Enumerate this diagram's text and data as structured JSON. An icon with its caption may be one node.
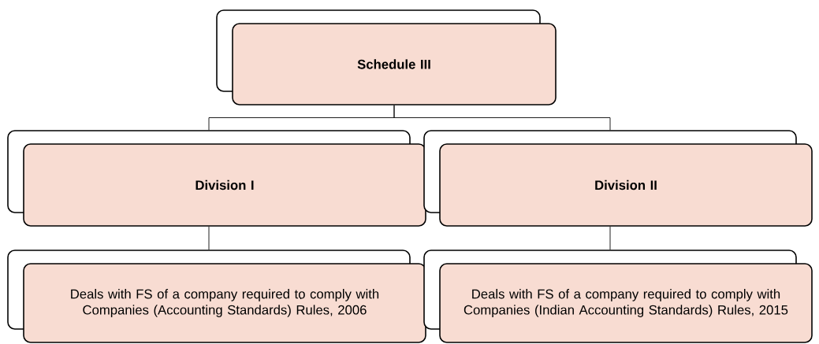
{
  "diagram": {
    "nodes": [
      {
        "text": [
          "Schedule III"
        ]
      },
      {
        "text": [
          "Division I"
        ]
      },
      {
        "text": [
          "Division II"
        ]
      },
      {
        "text": [
          "Deals with FS of a company required to comply with Companies (Accounting Standards) Rules, 2006"
        ]
      },
      {
        "text": [
          "Deals with FS of a company required to comply with Companies (Indian Accounting Standards) Rules, 2015"
        ]
      }
    ],
    "edges": [
      {
        "from": 0,
        "to": 1,
        "arrow": "none"
      },
      {
        "from": 0,
        "to": 2,
        "arrow": "none"
      },
      {
        "from": 1,
        "to": 3,
        "arrow": "none"
      },
      {
        "from": 2,
        "to": 4,
        "arrow": "none"
      }
    ]
  }
}
